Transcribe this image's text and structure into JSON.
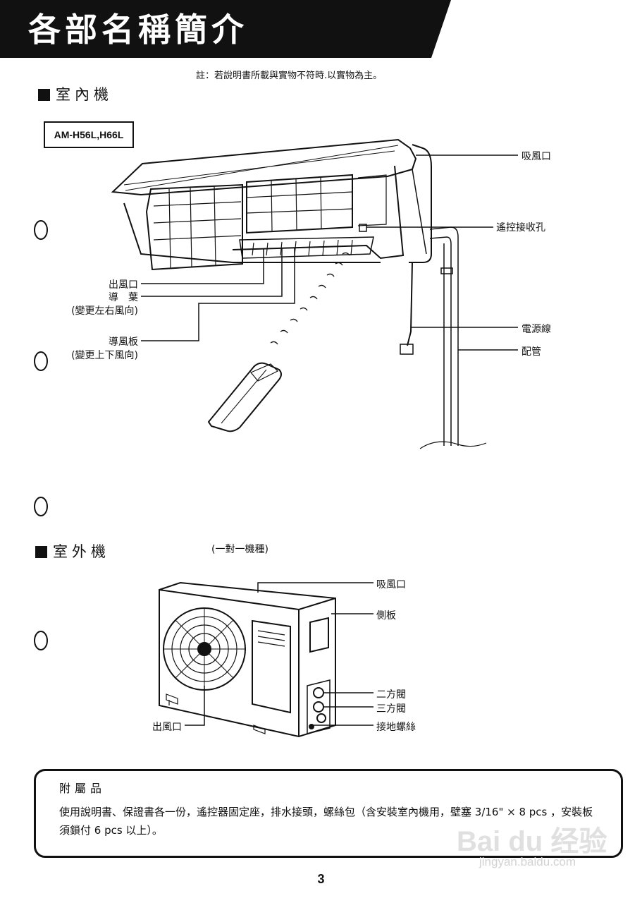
{
  "header": {
    "title": "各部名稱簡介"
  },
  "note": "註：若說明書所載與實物不符時.以實物為主。",
  "indoor": {
    "section_title": "室內機",
    "model": "AM-H56L,H66L",
    "labels": {
      "air_intake": "吸風口",
      "remote_receiver": "遙控接收孔",
      "air_outlet": "出風口",
      "louver": "導　葉",
      "louver_note": "(變更左右風向)",
      "flap": "導風板",
      "flap_note": "(變更上下風向)",
      "power_cord": "電源線",
      "piping": "配管"
    }
  },
  "outdoor": {
    "section_title": "室外機",
    "subtitle": "(一對一機種)",
    "labels": {
      "air_intake": "吸風口",
      "side_panel": "側板",
      "two_way_valve": "二方閥",
      "three_way_valve": "三方閥",
      "ground_screw": "接地螺絲",
      "air_outlet": "出風口"
    }
  },
  "accessories": {
    "title": "附屬品",
    "text": "使用說明書、保證書各一份，遙控器固定座，排水接頭，螺絲包（含安裝室內機用，壁塞 3/16\" × 8 pcs ，安裝板須鎖付 6 pcs 以上）。"
  },
  "page_number": "3",
  "watermark": {
    "main": "Bai du 经验",
    "sub": "jingyan.baidu.com"
  }
}
